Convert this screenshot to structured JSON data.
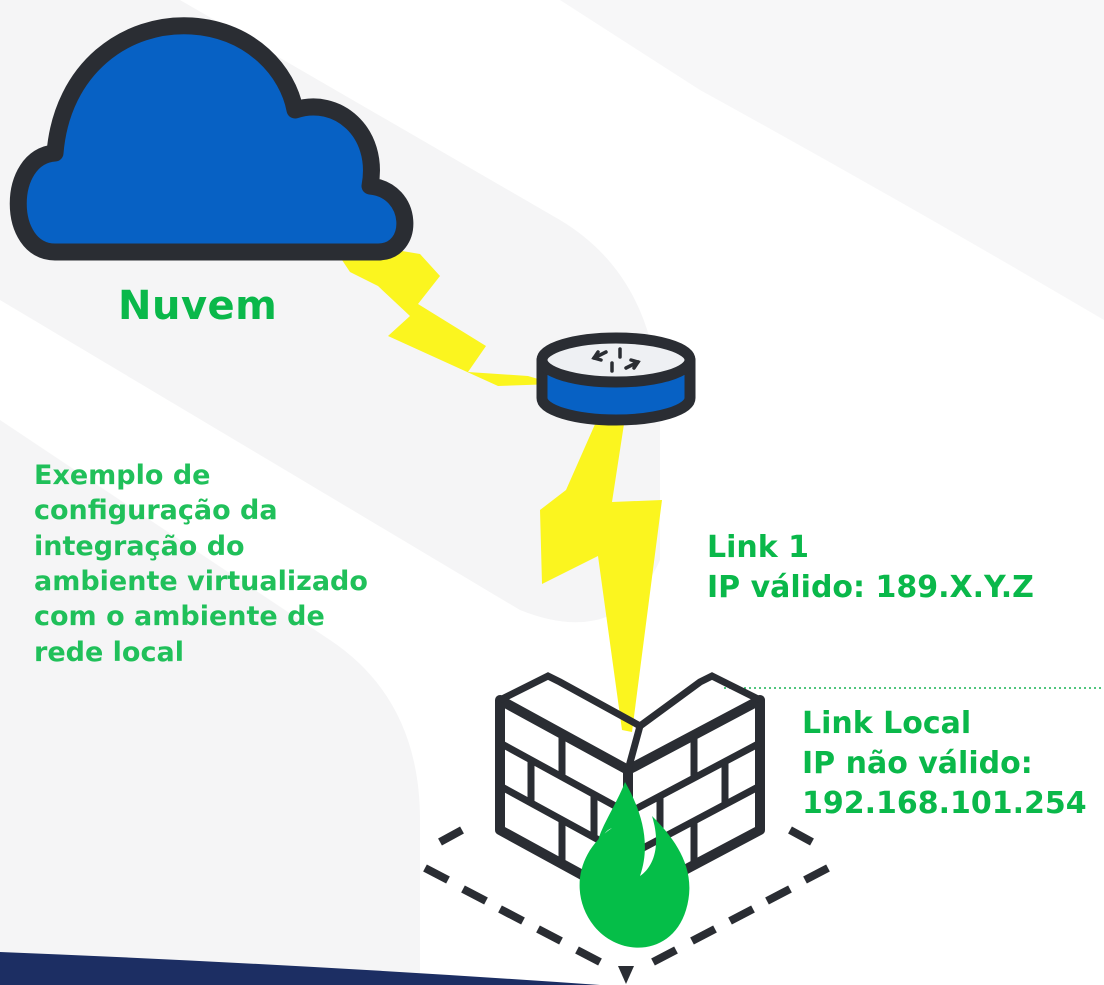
{
  "cloud": {
    "label": "Nuvem"
  },
  "description": {
    "lines": [
      "Exemplo de",
      "configuração da",
      "integração do",
      "ambiente virtualizado",
      "com o ambiente de",
      "rede local"
    ]
  },
  "link1": {
    "title": "Link 1",
    "ip": "IP válido: 189.X.Y.Z"
  },
  "link_local": {
    "title": "Link Local",
    "ip_label": "IP não válido:",
    "ip": "192.168.101.254"
  },
  "colors": {
    "cloud_fill": "#0761c4",
    "outline": "#2a2d33",
    "lightning": "#fbf51f",
    "label_green": "#0ab84a",
    "flame_green": "#05be48",
    "router_top": "#eef0f3",
    "bottom_bar": "#1c2e63"
  },
  "icons": [
    "cloud-icon",
    "router-icon",
    "firewall-icon",
    "flame-icon",
    "lightning-bolt"
  ]
}
